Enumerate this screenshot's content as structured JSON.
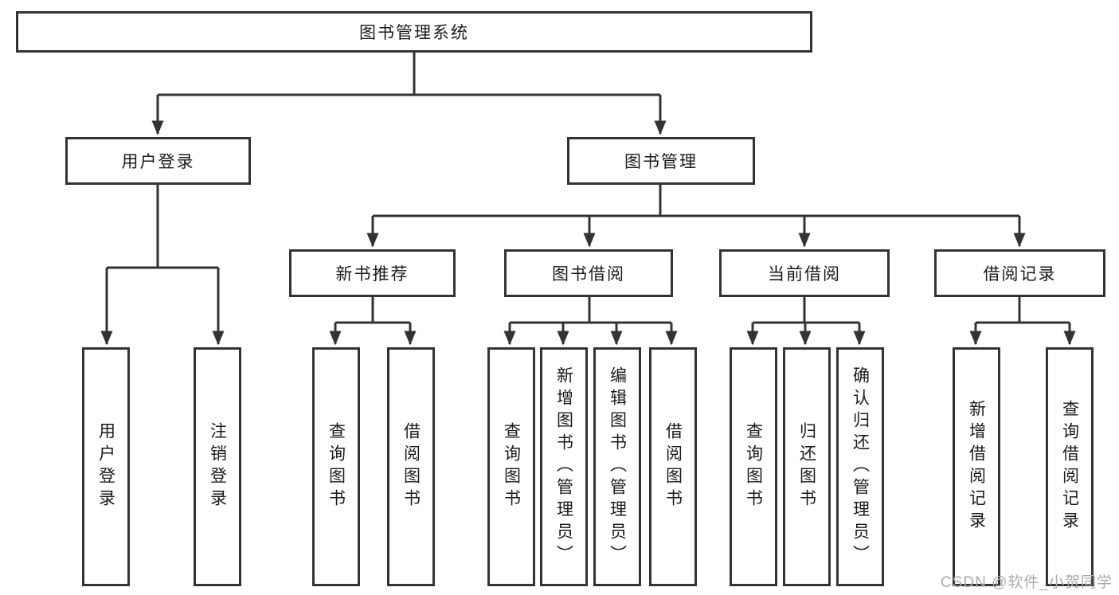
{
  "diagram": {
    "tree": {
      "root": {
        "label": "图书管理系统"
      },
      "children": [
        {
          "label": "用户登录",
          "children": [
            {
              "label": "用户登录"
            },
            {
              "label": "注销登录"
            }
          ]
        },
        {
          "label": "图书管理",
          "children": [
            {
              "label": "新书推荐",
              "children": [
                {
                  "label": "查询图书"
                },
                {
                  "label": "借阅图书"
                }
              ]
            },
            {
              "label": "图书借阅",
              "children": [
                {
                  "label": "查询图书"
                },
                {
                  "label": "新增图书（管理员）"
                },
                {
                  "label": "编辑图书（管理员）"
                },
                {
                  "label": "借阅图书"
                }
              ]
            },
            {
              "label": "当前借阅",
              "children": [
                {
                  "label": "查询图书"
                },
                {
                  "label": "归还图书"
                },
                {
                  "label": "确认归还（管理员）"
                }
              ]
            },
            {
              "label": "借阅记录",
              "children": [
                {
                  "label": "新增借阅记录"
                },
                {
                  "label": "查询借阅记录"
                }
              ]
            }
          ]
        }
      ]
    },
    "colors": {
      "line": "#333333",
      "box_border": "#333333",
      "text": "#1a1a1a",
      "watermark": "#ababab",
      "background": "#ffffff"
    }
  },
  "watermark": {
    "text": "CSDN @软件_小贺同学"
  }
}
